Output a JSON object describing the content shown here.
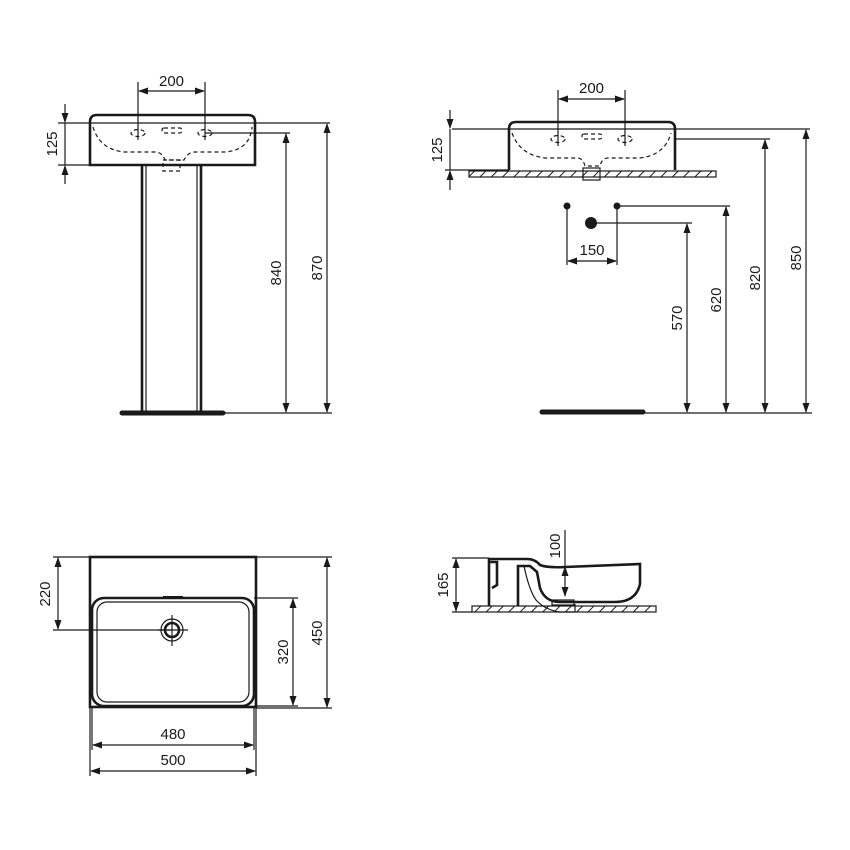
{
  "drawing": {
    "title": "Washbasin technical dimensions",
    "stroke_color": "#1a1a1a",
    "background": "#ffffff",
    "unit": "mm"
  },
  "views": {
    "front_pedestal": {
      "tap_hole_spacing": "200",
      "basin_height": "125",
      "overflow_height": "840",
      "total_height": "870"
    },
    "front_wall_hung": {
      "tap_hole_spacing": "200",
      "basin_height": "125",
      "supply_spacing": "150",
      "waste_height": "570",
      "supply_height": "620",
      "overflow_height": "820",
      "total_height": "850"
    },
    "top": {
      "waste_offset": "220",
      "bowl_depth": "320",
      "total_depth": "450",
      "bowl_width": "480",
      "total_width": "500"
    },
    "side": {
      "total_height": "165",
      "bowl_depth": "100"
    }
  }
}
